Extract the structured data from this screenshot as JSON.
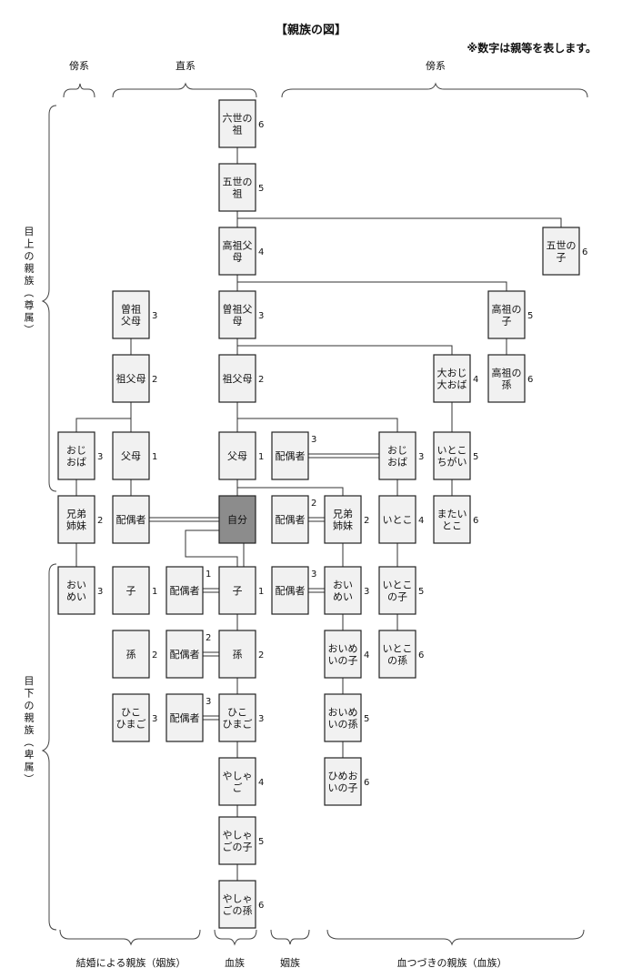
{
  "title": "【親族の図】",
  "note": "※数字は親等を表します。",
  "headers": {
    "top_left": "傍系",
    "top_center": "直系",
    "top_right": "傍系",
    "bottom_marriage": "結婚による親族（姻族）",
    "bottom_blood": "血族",
    "bottom_inlaw": "姻族",
    "bottom_bloodline": "血つづきの親族（血族）"
  },
  "side_labels": {
    "upper": "目上の親族（尊属）",
    "lower": "目下の親族（卑属）"
  },
  "nodes": [
    {
      "id": "rokusei",
      "lines": [
        "六世の",
        "祖"
      ],
      "degree": "6"
    },
    {
      "id": "gosei",
      "lines": [
        "五世の",
        "祖"
      ],
      "degree": "5"
    },
    {
      "id": "koso",
      "lines": [
        "高祖父",
        "母"
      ],
      "degree": "4"
    },
    {
      "id": "gosei-no-ko",
      "lines": [
        "五世の",
        "子"
      ],
      "degree": "6"
    },
    {
      "id": "soso-left",
      "lines": [
        "曽祖",
        "父母"
      ],
      "degree": "3"
    },
    {
      "id": "soso",
      "lines": [
        "曽祖父",
        "母"
      ],
      "degree": "3"
    },
    {
      "id": "koso-no-ko",
      "lines": [
        "高祖の",
        "子"
      ],
      "degree": "5"
    },
    {
      "id": "sofubo-left",
      "lines": [
        "祖父母"
      ],
      "degree": "2"
    },
    {
      "id": "sofubo",
      "lines": [
        "祖父母"
      ],
      "degree": "2"
    },
    {
      "id": "ooji",
      "lines": [
        "大おじ",
        "大おば"
      ],
      "degree": "4"
    },
    {
      "id": "koso-no-mago",
      "lines": [
        "高祖の",
        "孫"
      ],
      "degree": "6"
    },
    {
      "id": "oji-left",
      "lines": [
        "おじ",
        "おば"
      ],
      "degree": "3"
    },
    {
      "id": "fubo-left",
      "lines": [
        "父母"
      ],
      "degree": "1"
    },
    {
      "id": "fubo",
      "lines": [
        "父母"
      ],
      "degree": "1"
    },
    {
      "id": "haiguusha-oji",
      "lines": [
        "配偶者"
      ],
      "degree": "3"
    },
    {
      "id": "oji",
      "lines": [
        "おじ",
        "おば"
      ],
      "degree": "3"
    },
    {
      "id": "itoko-chigai",
      "lines": [
        "いとこ",
        "ちがい"
      ],
      "degree": "5"
    },
    {
      "id": "kyoudai-left",
      "lines": [
        "兄弟",
        "姉妹"
      ],
      "degree": "2"
    },
    {
      "id": "haiguusha",
      "lines": [
        "配偶者"
      ],
      "degree": ""
    },
    {
      "id": "jibun",
      "lines": [
        "自分"
      ],
      "degree": ""
    },
    {
      "id": "haiguusha-kyoudai",
      "lines": [
        "配偶者"
      ],
      "degree": "2"
    },
    {
      "id": "kyoudai",
      "lines": [
        "兄弟",
        "姉妹"
      ],
      "degree": "2"
    },
    {
      "id": "itoko",
      "lines": [
        "いとこ"
      ],
      "degree": "4"
    },
    {
      "id": "mataitoko",
      "lines": [
        "またい",
        "とこ"
      ],
      "degree": "6"
    },
    {
      "id": "oimei-left",
      "lines": [
        "おい",
        "めい"
      ],
      "degree": "3"
    },
    {
      "id": "ko-left",
      "lines": [
        "子"
      ],
      "degree": "1"
    },
    {
      "id": "haiguusha-ko",
      "lines": [
        "配偶者"
      ],
      "degree": "1"
    },
    {
      "id": "ko",
      "lines": [
        "子"
      ],
      "degree": "1"
    },
    {
      "id": "haiguusha-oimei",
      "lines": [
        "配偶者"
      ],
      "degree": "3"
    },
    {
      "id": "oimei",
      "lines": [
        "おい",
        "めい"
      ],
      "degree": "3"
    },
    {
      "id": "itoko-no-ko",
      "lines": [
        "いとこ",
        "の子"
      ],
      "degree": "5"
    },
    {
      "id": "mago-left",
      "lines": [
        "孫"
      ],
      "degree": "2"
    },
    {
      "id": "haiguusha-mago",
      "lines": [
        "配偶者"
      ],
      "degree": "2"
    },
    {
      "id": "mago",
      "lines": [
        "孫"
      ],
      "degree": "2"
    },
    {
      "id": "oimei-no-ko",
      "lines": [
        "おいめ",
        "いの子"
      ],
      "degree": "4"
    },
    {
      "id": "itoko-no-mago",
      "lines": [
        "いとこ",
        "の孫"
      ],
      "degree": "6"
    },
    {
      "id": "himago-left",
      "lines": [
        "ひこ",
        "ひまご"
      ],
      "degree": "3"
    },
    {
      "id": "haiguusha-himago",
      "lines": [
        "配偶者"
      ],
      "degree": "3"
    },
    {
      "id": "himago",
      "lines": [
        "ひこ",
        "ひまご"
      ],
      "degree": "3"
    },
    {
      "id": "oimei-no-mago",
      "lines": [
        "おいめ",
        "いの孫"
      ],
      "degree": "5"
    },
    {
      "id": "yashago",
      "lines": [
        "やしゃ",
        "ご"
      ],
      "degree": "4"
    },
    {
      "id": "himeoi-no-ko",
      "lines": [
        "ひめお",
        "いの子"
      ],
      "degree": "6"
    },
    {
      "id": "yashago-no-ko",
      "lines": [
        "やしゃ",
        "ごの子"
      ],
      "degree": "5"
    },
    {
      "id": "yashago-no-mago",
      "lines": [
        "やしゃ",
        "ごの孫"
      ],
      "degree": "6"
    }
  ]
}
